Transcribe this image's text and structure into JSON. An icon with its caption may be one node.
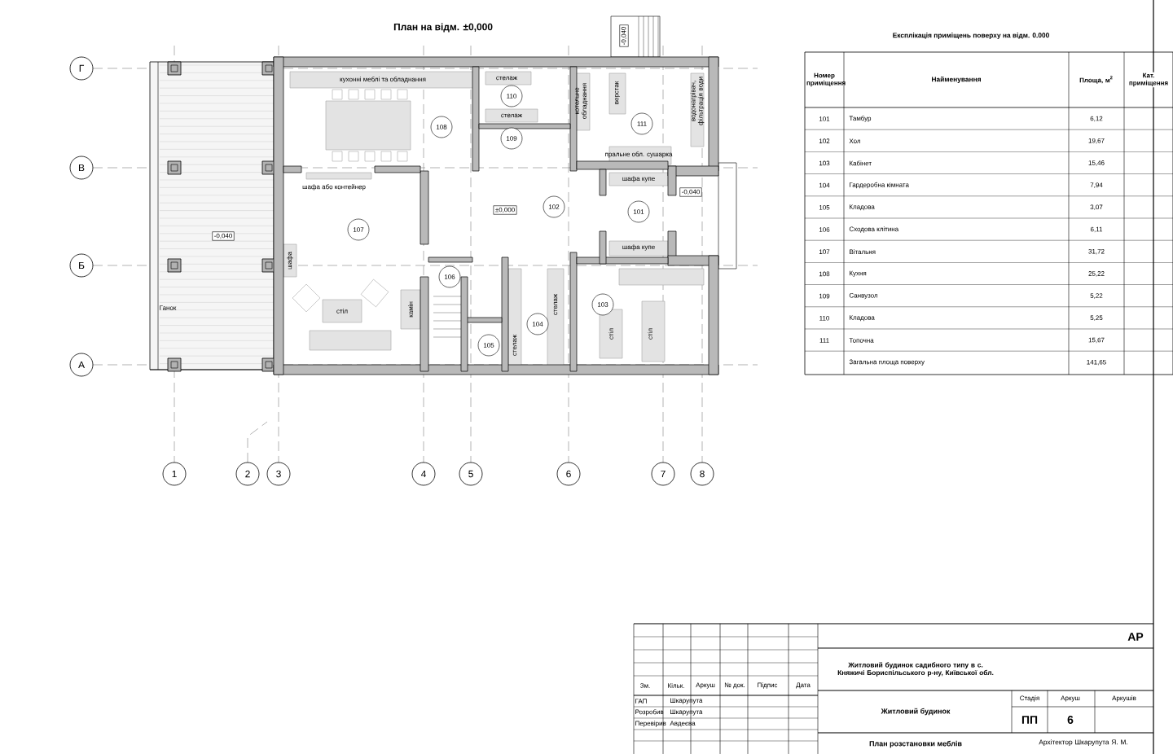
{
  "diagram": {
    "nodes": [
      {
        "text": [
          "Г"
        ]
      },
      {
        "text": [
          "В"
        ]
      },
      {
        "text": [
          "Б"
        ]
      },
      {
        "text": [
          "А"
        ]
      },
      {
        "text": [
          "1"
        ]
      },
      {
        "text": [
          "2"
        ]
      },
      {
        "text": [
          "3"
        ]
      },
      {
        "text": [
          "4"
        ]
      },
      {
        "text": [
          "5"
        ]
      },
      {
        "text": [
          "6"
        ]
      },
      {
        "text": [
          "7"
        ]
      },
      {
        "text": [
          "8"
        ]
      },
      {
        "text": [
          "101"
        ]
      },
      {
        "text": [
          "102"
        ]
      },
      {
        "text": [
          "103"
        ]
      },
      {
        "text": [
          "104"
        ]
      },
      {
        "text": [
          "105"
        ]
      },
      {
        "text": [
          "106"
        ]
      },
      {
        "text": [
          "107"
        ]
      },
      {
        "text": [
          "108"
        ]
      },
      {
        "text": [
          "109"
        ]
      },
      {
        "text": [
          "110"
        ]
      },
      {
        "text": [
          "111"
        ]
      },
      {
        "text": [
          "-0,040"
        ]
      },
      {
        "text": [
          "-0,040"
        ]
      },
      {
        "text": [
          "±0,000"
        ]
      },
      {
        "text": [
          "-0,040"
        ]
      }
    ],
    "labels": [
      "План на відм. ±0,000",
      "Експлікація приміщень поверху на відм. 0.000",
      "Номер приміщення",
      "Найменування",
      "Площа, м$^{2}$",
      "Кат. приміщення",
      "101",
      "Тамбур",
      "6,12",
      "102",
      "Хол",
      "19,67",
      "103",
      "Кабінет",
      "15,46",
      "104",
      "Гардеробна кімната",
      "7,94",
      "105",
      "Кладова",
      "3,07",
      "106",
      "Сходова клітина",
      "6,11",
      "107",
      "Вітальня",
      "31,72",
      "108",
      "Кухня",
      "25,22",
      "109",
      "Санвузол",
      "5,22",
      "110",
      "Кладова",
      "5,25",
      "111",
      "Топочна",
      "15,67",
      "Загальна площа поверху",
      "141,65",
      "кухонні меблі та обладнання",
      "стелаж",
      "стелаж",
      "котельне обладнання",
      "верстак",
      "водонагрівач, фільтрація води",
      "шафа або контейнер",
      "пральне обл. сушарка",
      "шафа купе",
      "шафа купе",
      "шафа",
      "Ганок",
      "стіл",
      "камін",
      "стелаж",
      "стелаж",
      "стіл",
      "стіл",
      "Зм.",
      "Кільк.",
      "Аркуш",
      "№ док.",
      "Підпис",
      "Дата",
      "ГАП",
      "Шкарупута",
      "Розробив",
      "Шкарупута",
      "Перевірив",
      "Авдеєва",
      "АР",
      "Житловий будинок садибного типу в с. Княжичі Бориспільського р-ну, Київської обл.",
      "Стадія",
      "Аркуш",
      "Аркушів",
      "Житловий будинок",
      "ПП",
      "6",
      "План розстановки меблів",
      "Архітектор Шкарупута Я. М."
    ]
  }
}
